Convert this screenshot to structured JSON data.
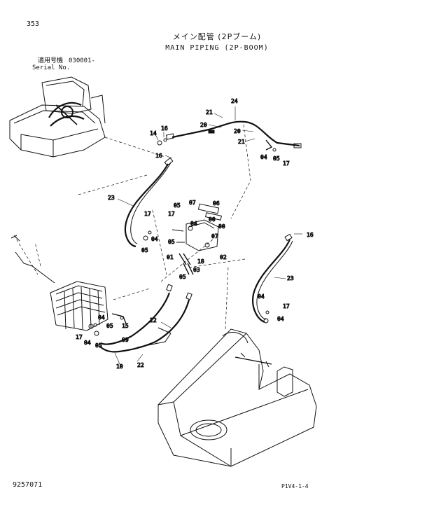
{
  "header": {
    "page_number": "353",
    "title_jp": "メイン配管 (2Pブーム)",
    "title_en": "MAIN PIPING (2P-BOOM)",
    "serial_label_jp": "適用号機",
    "serial_label_en": "Serial No.",
    "serial_value": "030001-"
  },
  "footer": {
    "document_number": "9257071",
    "reference_code": "P1V4-1-4"
  },
  "callouts": {
    "c24": "24",
    "c21a": "21",
    "c20a": "20",
    "c20b": "20",
    "c21b": "21",
    "c14": "14",
    "c16a": "16",
    "c16b": "16",
    "c04a": "04",
    "c05a": "05",
    "c17a": "17",
    "c23a": "23",
    "c17b": "17",
    "c05b": "05",
    "c17c": "17",
    "c04b": "04",
    "c05c": "05",
    "c07a": "07",
    "c06": "06",
    "c00a": "00",
    "c04c": "04",
    "c00b": "00",
    "c07b": "07",
    "c05d": "05",
    "c01": "01",
    "c18": "18",
    "c02": "02",
    "c03": "03",
    "c05e": "05",
    "c16c": "16",
    "c23b": "23",
    "c04d": "04",
    "c17d": "17",
    "c04e": "04",
    "c22a": "22",
    "c15": "15",
    "c04f": "04",
    "c05f": "05",
    "c17e": "17",
    "c04g": "04",
    "c05g": "05",
    "c09": "09",
    "c10": "10",
    "c22b": "22"
  }
}
